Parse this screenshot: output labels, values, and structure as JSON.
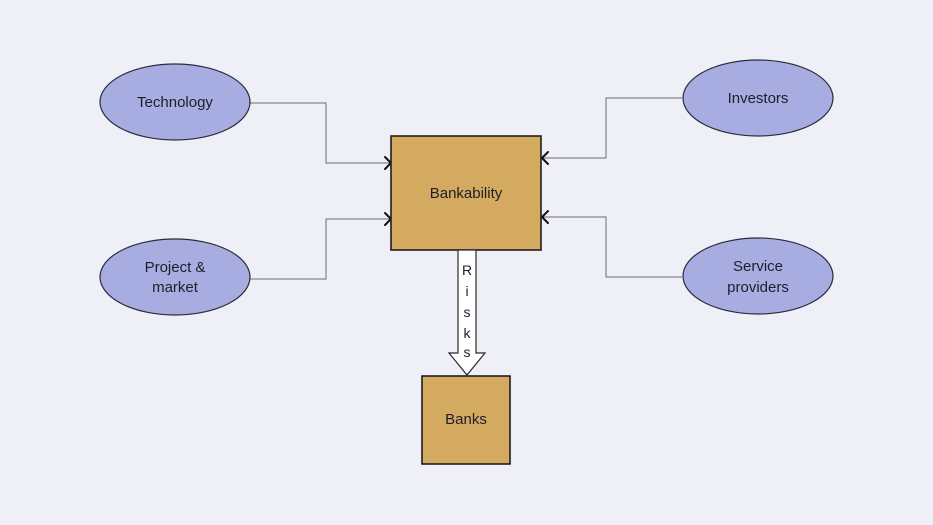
{
  "diagram": {
    "nodes": {
      "technology": {
        "lines": [
          "Technology"
        ]
      },
      "project_market": {
        "lines": [
          "Project &",
          "market"
        ]
      },
      "investors": {
        "lines": [
          "Investors"
        ]
      },
      "service_providers": {
        "lines": [
          "Service",
          "providers"
        ]
      },
      "bankability": {
        "label": "Bankability"
      },
      "banks": {
        "label": "Banks"
      }
    },
    "risks_arrow": {
      "letters": [
        "R",
        "i",
        "s",
        "k",
        "s"
      ]
    }
  },
  "colors": {
    "background": "#EFEFF8",
    "ellipse_fill": "#A7ADE0",
    "box_fill": "#D4AA61",
    "connector": "#6E6E78"
  }
}
